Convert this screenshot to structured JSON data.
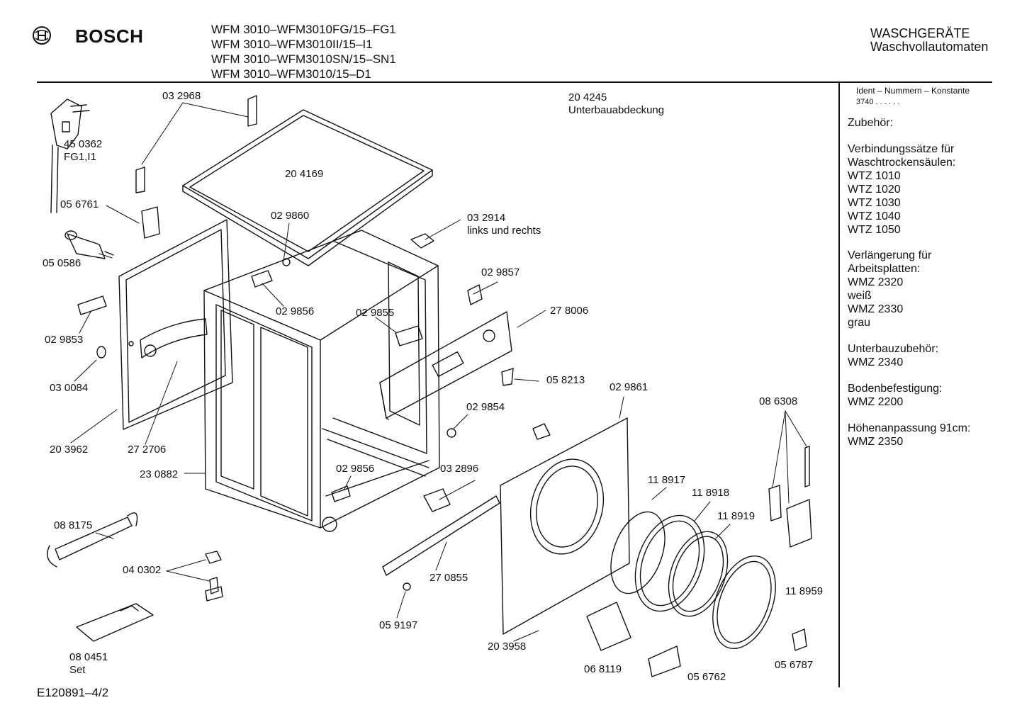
{
  "header": {
    "brand": "BOSCH",
    "models": [
      "WFM 3010–WFM3010FG/15–FG1",
      "WFM 3010–WFM3010II/15–I1",
      "WFM 3010–WFM3010SN/15–SN1",
      "WFM 3010–WFM3010/15–D1"
    ],
    "category": "WASCHGERÄTE",
    "subcategory": "Waschvollautomaten"
  },
  "sidebar": {
    "ident_title": "Ident – Nummern – Konstante",
    "ident_value": "3740 . . . . . .",
    "accessories_title": "Zubehör:",
    "groups": [
      {
        "lines": [
          "Verbindungssätze für",
          "Waschtrockensäulen:",
          "WTZ 1010",
          "WTZ 1020",
          "WTZ 1030",
          "WTZ 1040",
          "WTZ 1050"
        ]
      },
      {
        "lines": [
          "Verlängerung für",
          "Arbeitsplatten:",
          "WMZ 2320",
          "weiß",
          "WMZ 2330",
          "grau"
        ]
      },
      {
        "lines": [
          "Unterbauzubehör:",
          "WMZ 2340"
        ]
      },
      {
        "lines": [
          "Bodenbefestigung:",
          "WMZ 2200"
        ]
      },
      {
        "lines": [
          "Höhenanpassung  91cm:",
          "WMZ 2350"
        ]
      }
    ]
  },
  "parts": [
    {
      "id": "p032968",
      "lines": [
        "03 2968"
      ]
    },
    {
      "id": "p204245",
      "lines": [
        "20 4245",
        "Unterbauabdeckung"
      ]
    },
    {
      "id": "p450362",
      "lines": [
        "45 0362",
        "FG1,I1"
      ]
    },
    {
      "id": "p204169",
      "lines": [
        "20 4169"
      ]
    },
    {
      "id": "p056761",
      "lines": [
        "05 6761"
      ]
    },
    {
      "id": "p029860",
      "lines": [
        "02 9860"
      ]
    },
    {
      "id": "p032914",
      "lines": [
        "03 2914",
        "links und rechts"
      ]
    },
    {
      "id": "p050586",
      "lines": [
        "05 0586"
      ]
    },
    {
      "id": "p029857",
      "lines": [
        "02 9857"
      ]
    },
    {
      "id": "p029856a",
      "lines": [
        "02 9856"
      ]
    },
    {
      "id": "p029855",
      "lines": [
        "02 9855"
      ]
    },
    {
      "id": "p278006",
      "lines": [
        "27 8006"
      ]
    },
    {
      "id": "p029853",
      "lines": [
        "02 9853"
      ]
    },
    {
      "id": "p058213",
      "lines": [
        "05 8213"
      ]
    },
    {
      "id": "p030084",
      "lines": [
        "03 0084"
      ]
    },
    {
      "id": "p029861",
      "lines": [
        "02 9861"
      ]
    },
    {
      "id": "p029854",
      "lines": [
        "02 9854"
      ]
    },
    {
      "id": "p086308",
      "lines": [
        "08 6308"
      ]
    },
    {
      "id": "p203962",
      "lines": [
        "20 3962"
      ]
    },
    {
      "id": "p272706",
      "lines": [
        "27 2706"
      ]
    },
    {
      "id": "p230882",
      "lines": [
        "23 0882"
      ]
    },
    {
      "id": "p029856b",
      "lines": [
        "02 9856"
      ]
    },
    {
      "id": "p032896",
      "lines": [
        "03 2896"
      ]
    },
    {
      "id": "p118917",
      "lines": [
        "11 8917"
      ]
    },
    {
      "id": "p118918",
      "lines": [
        "11 8918"
      ]
    },
    {
      "id": "p118919",
      "lines": [
        "11 8919"
      ]
    },
    {
      "id": "p088175",
      "lines": [
        "08 8175"
      ]
    },
    {
      "id": "p040302",
      "lines": [
        "04 0302"
      ]
    },
    {
      "id": "p270855",
      "lines": [
        "27 0855"
      ]
    },
    {
      "id": "p118959",
      "lines": [
        "11 8959"
      ]
    },
    {
      "id": "p059197",
      "lines": [
        "05 9197"
      ]
    },
    {
      "id": "p203958",
      "lines": [
        "20 3958"
      ]
    },
    {
      "id": "p080451",
      "lines": [
        "08  0451",
        "Set"
      ]
    },
    {
      "id": "p068119",
      "lines": [
        "06 8119"
      ]
    },
    {
      "id": "p056762",
      "lines": [
        "05 6762"
      ]
    },
    {
      "id": "p056787",
      "lines": [
        "05 6787"
      ]
    }
  ],
  "footer": {
    "drawing_id": "E120891–4/2"
  }
}
